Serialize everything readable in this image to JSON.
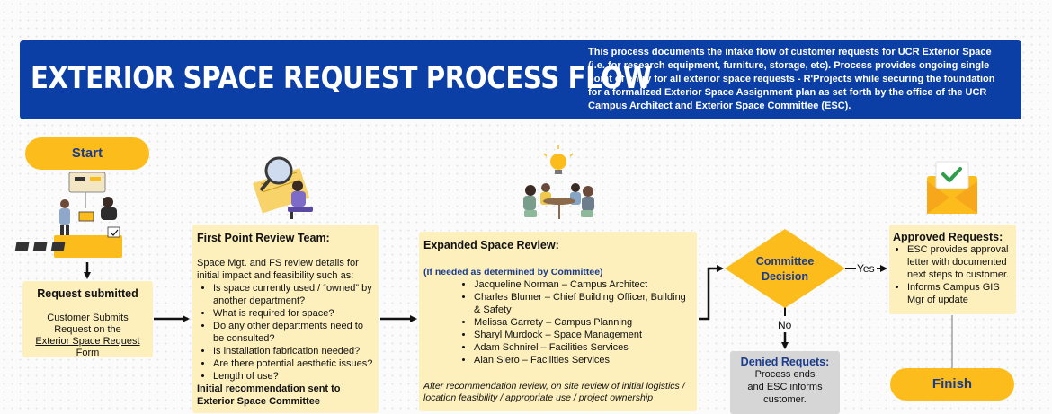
{
  "header": {
    "title": "EXTERIOR SPACE REQUEST PROCESS FLOW",
    "description": "This process documents the intake flow of customer requests for UCR Exterior Space (i.e. for research equipment, furniture, storage, etc). Process provides ongoing single point of entry for all exterior space requests - R'Projects while securing the foundation for a formalized Exterior Space Assignment plan as set forth by the office of the UCR Campus Architect and Exterior Space Committee (ESC)."
  },
  "start": {
    "label": "Start"
  },
  "finish": {
    "label": "Finish"
  },
  "request": {
    "title": "Request submitted",
    "line1": "Customer Submits",
    "line2": "Request on the",
    "form_link": "Exterior Space Request Form"
  },
  "first_point": {
    "title": "First Point Review Team:",
    "intro": "Space Mgt. and FS review details for initial impact and feasibility such as:",
    "items": [
      "Is space currently used / “owned” by another department?",
      "What is required for space?",
      "Do any other departments need to be consulted?",
      "Is installation fabrication needed?",
      "Are there potential aesthetic issues?",
      "Length of use?"
    ],
    "recommendation": "Initial recommendation sent to Exterior Space Committee"
  },
  "expanded": {
    "title": "Expanded Space Review:",
    "subtitle": "(If needed as determined by Committee)",
    "members": [
      "Jacqueline Norman – Campus Architect",
      "Charles Blumer – Chief Building Officer, Building & Safety",
      "Melissa Garrety – Campus Planning",
      "Sharyl Murdock – Space Management",
      "Adam Schnirel – Facilities Services",
      "Alan Siero – Facilities Services"
    ],
    "after": "After recommendation review, on site review of initial logistics / location feasibility / appropriate use / project ownership"
  },
  "decision": {
    "line1": "Committee",
    "line2": "Decision",
    "yes_label": "Yes",
    "no_label": "No"
  },
  "approved": {
    "title": "Approved Requests:",
    "items": [
      "ESC provides approval letter with documented next steps to customer.",
      "Informs Campus GIS Mgr of update"
    ]
  },
  "denied": {
    "title": "Denied Requets:",
    "line1": "Process ends",
    "line2": "and ESC informs",
    "line3": "customer."
  },
  "colors": {
    "header_bg": "#0b3fa6",
    "pill": "#fcbd1c",
    "box_bg": "#fdf0bd",
    "diamond": "#fcbd1c",
    "denied_bg": "#d6d6d6",
    "accent_text": "#1a3c8e"
  }
}
